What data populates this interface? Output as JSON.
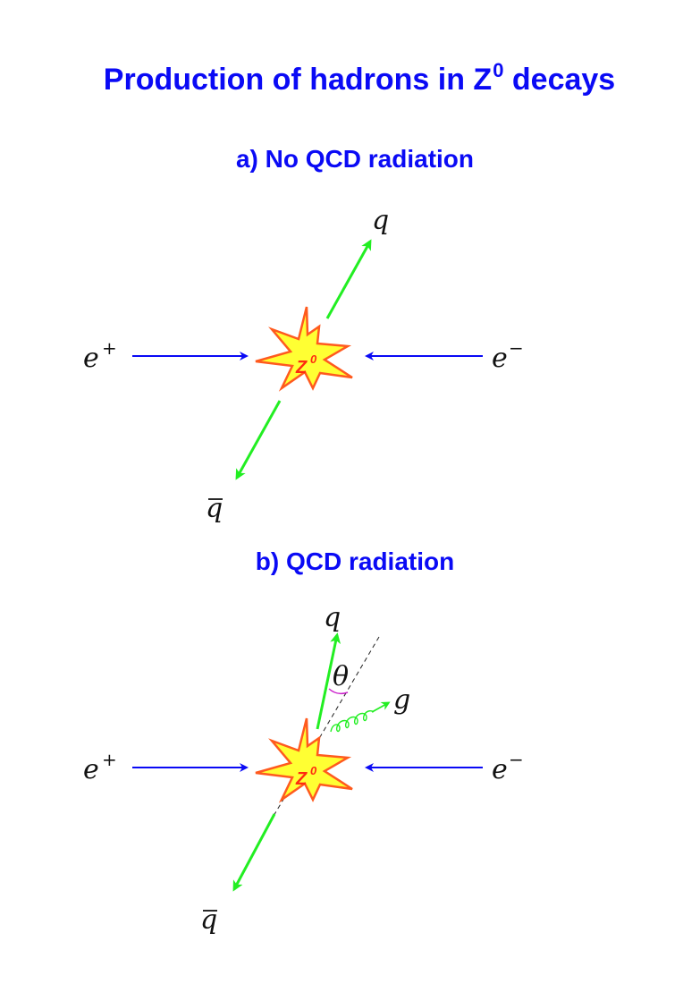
{
  "title": {
    "main": "Production of hadrons in Z",
    "sup": "0",
    "suffix": " decays"
  },
  "panel_a": {
    "subtitle": "a) No QCD radiation",
    "labels": {
      "e_plus": "e",
      "e_plus_sup": "+",
      "e_minus": "e",
      "e_minus_sup": "−",
      "quark": "q",
      "antiquark": "q",
      "boson": "Z",
      "boson_sup": "0"
    }
  },
  "panel_b": {
    "subtitle": "b) QCD radiation",
    "labels": {
      "e_plus": "e",
      "e_plus_sup": "+",
      "e_minus": "e",
      "e_minus_sup": "−",
      "quark": "q",
      "antiquark": "q",
      "gluon": "g",
      "angle": "θ",
      "boson": "Z",
      "boson_sup": "0"
    }
  },
  "colors": {
    "title": "#0a0af5",
    "beam": "#0a0af5",
    "quark": "#22ee22",
    "gluon": "#22ee22",
    "burst_fill": "#ffff33",
    "burst_stroke": "#ff5a1e",
    "angle_arc": "#cc22cc"
  },
  "icons": [
    "explosion-burst-icon",
    "arrow-icon",
    "gluon-coil-icon"
  ]
}
